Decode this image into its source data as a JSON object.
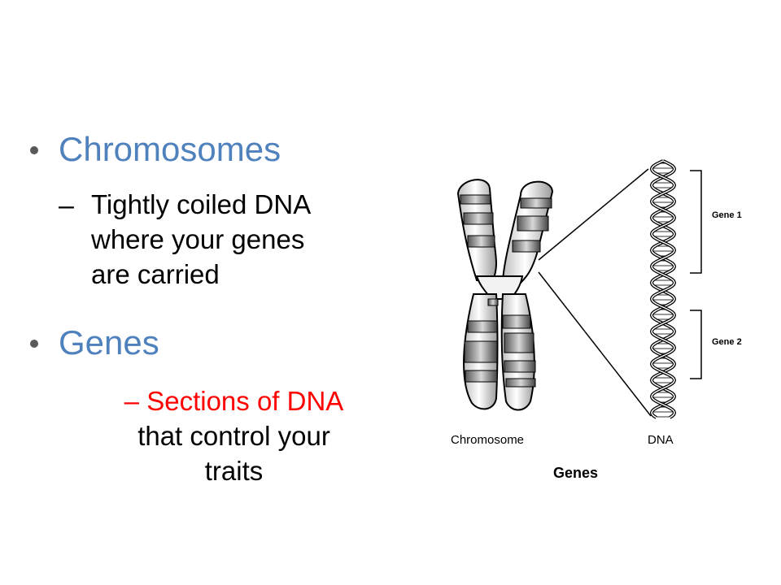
{
  "slide": {
    "items": [
      {
        "heading": "Chromosomes",
        "sub": [
          "Tightly coiled DNA",
          "where your genes",
          "are carried"
        ]
      },
      {
        "heading": "Genes",
        "sub_highlight": "Sections of DNA",
        "sub": [
          "that control your",
          "traits"
        ]
      }
    ]
  },
  "diagram": {
    "gene1_label": "Gene 1",
    "gene2_label": "Gene 2",
    "chromosome_label": "Chromosome",
    "dna_label": "DNA",
    "caption": "Genes"
  },
  "colors": {
    "heading": "#4f81bd",
    "highlight": "#ff0000",
    "text": "#000000"
  }
}
